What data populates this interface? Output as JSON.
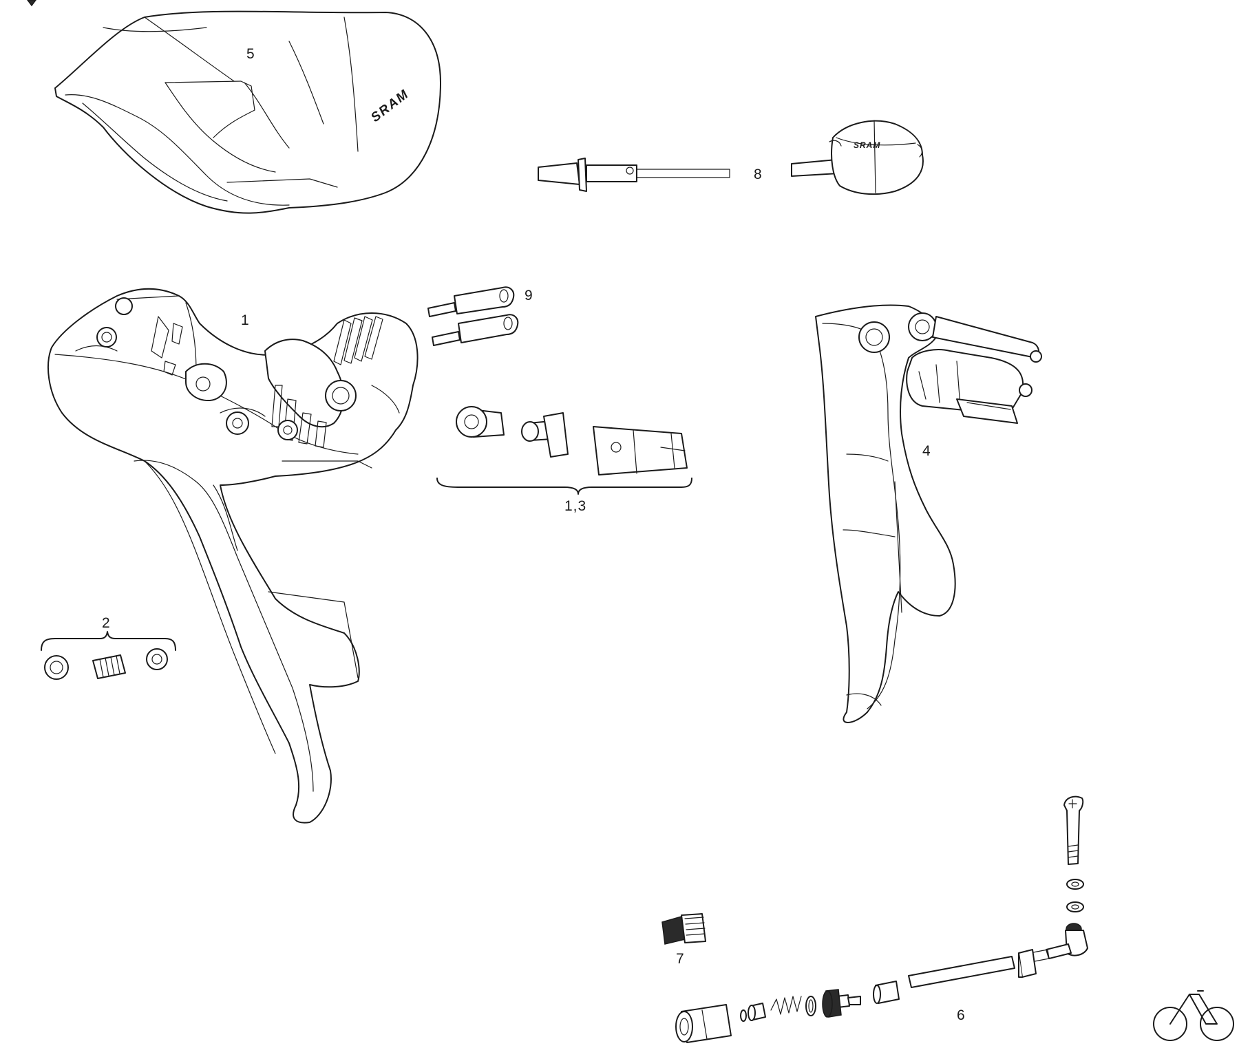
{
  "callouts": {
    "part_1": "1",
    "part_2": "2",
    "part_4": "4",
    "part_5": "5",
    "part_6": "6",
    "part_7": "7",
    "part_8": "8",
    "part_9": "9",
    "part_1_3": "1,3"
  },
  "branding": {
    "hood_logo": "SRAM",
    "cap_logo": "SRAM"
  },
  "icons": {
    "corner_logo": "bicycle-icon"
  }
}
